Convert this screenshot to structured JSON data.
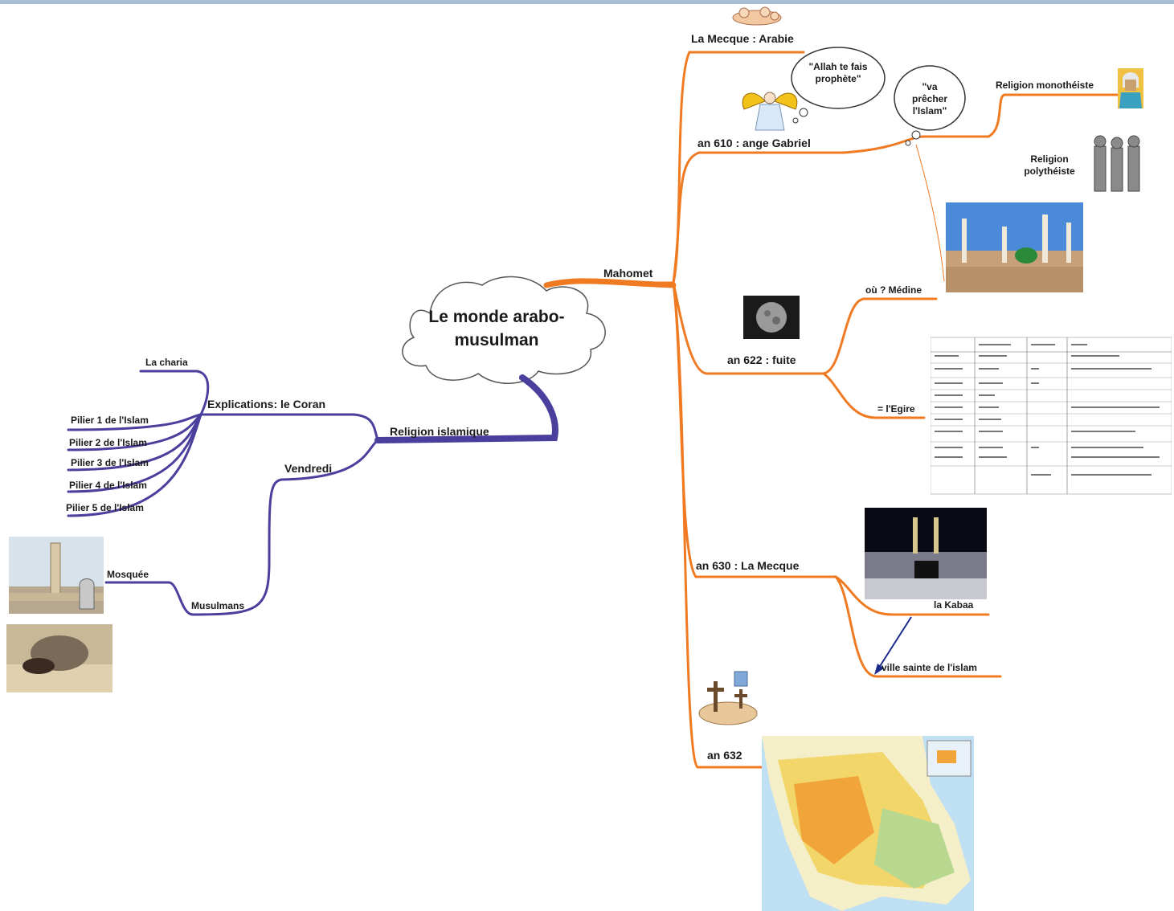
{
  "central_topic": "Le monde arabo-musulman",
  "colors": {
    "right_branch": "#f07a22",
    "left_branch": "#4a3f9c",
    "top_bar": "#a9bdd6"
  },
  "right": {
    "mahomet": "Mahomet",
    "la_mecque_arabie": "La Mecque : Arabie",
    "an610": "an 610 : ange Gabriel",
    "bubble1": "\"Allah te fais prophète\"",
    "bubble2": "\"va prêcher l'Islam\"",
    "religion_mono": "Religion monothéiste",
    "religion_poly": "Religion polythéiste",
    "an622": "an 622 : fuite",
    "ou_medine": "où ? Médine",
    "egire": "= l'Egire",
    "an630": "an 630 : La Mecque",
    "kabaa": "la Kabaa",
    "ville_sainte": "ville sainte de l'islam",
    "an632": "an 632"
  },
  "left": {
    "religion_islamique": "Religion islamique",
    "explications": "Explications: le Coran",
    "la_charia": "La charia",
    "pilier1": "Pilier 1 de l'Islam",
    "pilier2": "Pilier 2 de l'Islam",
    "pilier3": "Pilier 3 de l'Islam",
    "pilier4": "Pilier 4 de l'Islam",
    "pilier5": "Pilier 5 de l'Islam",
    "vendredi": "Vendredi",
    "musulmans": "Musulmans",
    "mosquee": "Mosquée"
  },
  "icons": {
    "angel": "angel-icon",
    "praying_figures": "praying-figures-icon",
    "prophet": "prophet-icon",
    "idols": "idols-icon",
    "moon": "moon-icon",
    "graves": "graves-icon",
    "mosque_photo": "mosque-photo-icon",
    "kaaba_photo": "kaaba-photo-icon",
    "map": "map-icon",
    "prayer_photo": "prayer-photo-icon",
    "hassan_mosque_photo": "hassan-mosque-photo-icon",
    "egire_doc": "egire-document-icon"
  }
}
